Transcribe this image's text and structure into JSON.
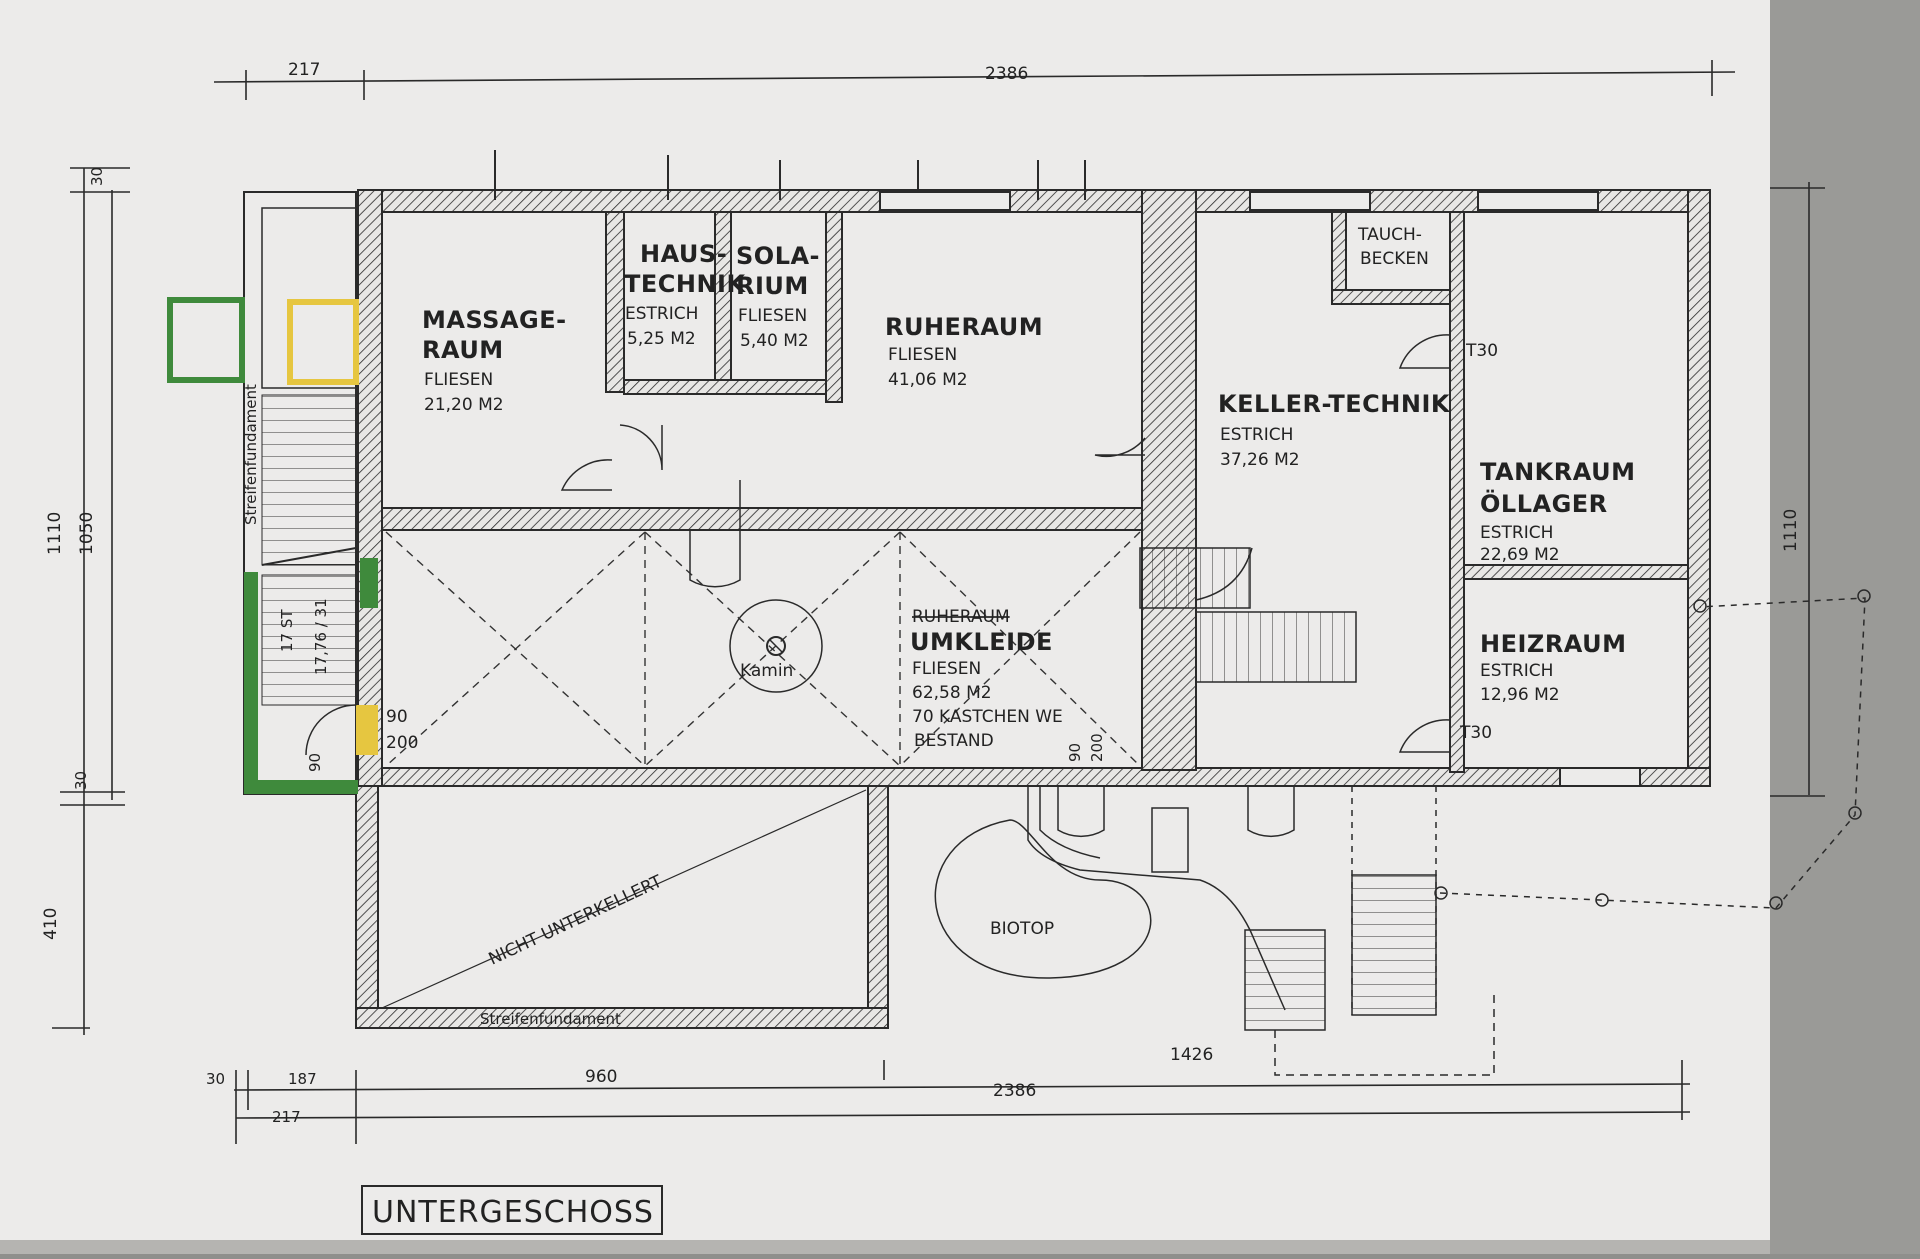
{
  "plan_title": "UNTERGESCHOSS",
  "rooms": {
    "massage": {
      "name_line1": "MASSAGE-",
      "name_line2": "RAUM",
      "floor": "FLIESEN",
      "area": "21,20 M2"
    },
    "haustechnik": {
      "name_line1": "HAUS-",
      "name_line2": "TECHNIK",
      "floor": "ESTRICH",
      "area": "5,25 M2"
    },
    "solarium": {
      "name_line1": "SOLA-",
      "name_line2": "RIUM",
      "floor": "FLIESEN",
      "area": "5,40 M2"
    },
    "ruheraum": {
      "name": "RUHERAUM",
      "floor": "FLIESEN",
      "area": "41,06 M2"
    },
    "umkleide": {
      "struck_name": "RUHERAUM",
      "name": "UMKLEIDE",
      "floor": "FLIESEN",
      "area": "62,58 M2",
      "note_line1": "70 KASTCHEN WE",
      "note_line2": "BESTAND",
      "kamin": "Kamin"
    },
    "keller": {
      "name": "KELLER-TECHNIK",
      "floor": "ESTRICH",
      "area": "37,26 M2"
    },
    "tauchbecken": {
      "name_line1": "TAUCH-",
      "name_line2": "BECKEN"
    },
    "tankraum": {
      "name_line1": "TANKRAUM",
      "name_line2": "ÖLLAGER",
      "floor": "ESTRICH",
      "area": "22,69 M2"
    },
    "heizraum": {
      "name": "HEIZRAUM",
      "floor": "ESTRICH",
      "area": "12,96 M2"
    },
    "nicht": {
      "label": "NICHT UNTERKELLERT"
    },
    "biotop": {
      "label": "BIOTOP"
    }
  },
  "labels": {
    "streifen_left": "Streifenfundament",
    "streifen_bottom": "Streifenfundament",
    "stair_st": "17 ST",
    "stair_ratio": "17,76 / 31",
    "t30_a": "T30",
    "t30_b": "T30",
    "door_w_left": "90",
    "door_h_left": "200",
    "door_w_left2": "90",
    "door_w_mid": "90",
    "door_h_mid": "200"
  },
  "dimensions": {
    "top_left": "217",
    "top_total": "2386",
    "left_30_top": "30",
    "left_1050": "1050",
    "left_1110": "1110",
    "left_30_bottom": "30",
    "left_410": "410",
    "right_1110": "1110",
    "bottom_30": "30",
    "bottom_187": "187",
    "bottom_960": "960",
    "bottom_1426": "1426",
    "bottom_2386": "2386",
    "bottom_217": "217"
  },
  "colors": {
    "paper": "#ecebea",
    "ink": "#2a2a2a",
    "green": "#3f8a3c",
    "yellow": "#e6c640"
  }
}
